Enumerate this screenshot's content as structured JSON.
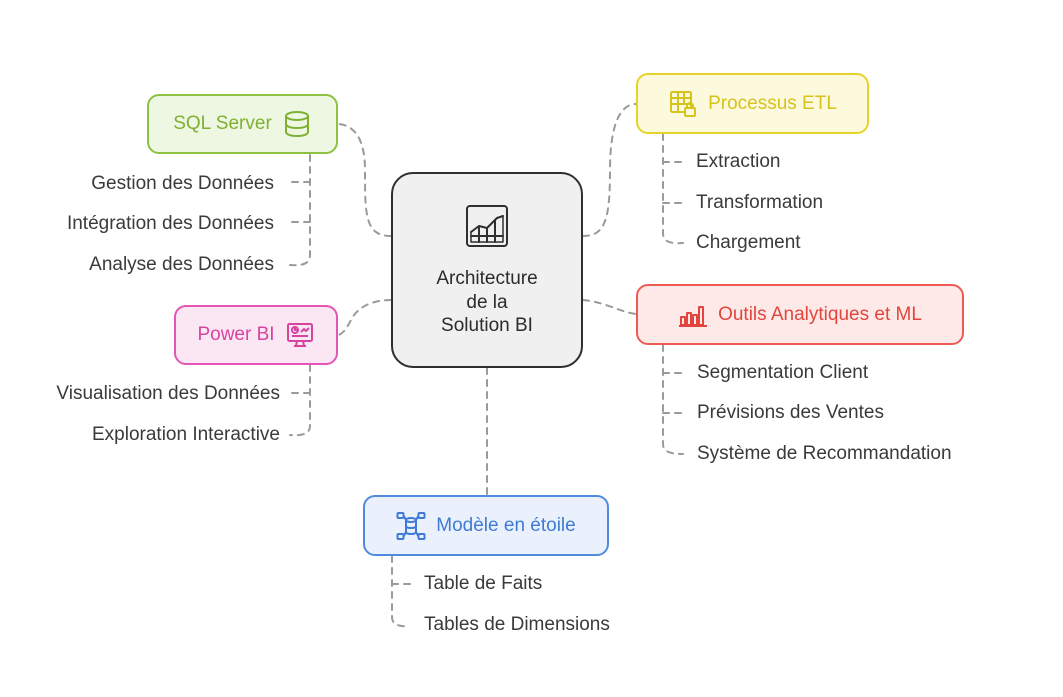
{
  "center": {
    "title_lines": [
      "Architecture",
      "de la",
      "Solution BI"
    ],
    "icon": "chart-grid-icon",
    "colors": {
      "border": "#2f2f2f",
      "fill": "#f0f0f0"
    }
  },
  "nodes": {
    "sql_server": {
      "label": "SQL Server",
      "icon": "database-icon",
      "colors": {
        "border": "#8dc13f",
        "fill": "#eef7e2",
        "text": "#7fb032"
      },
      "children": [
        "Gestion des Données",
        "Intégration des Données",
        "Analyse des Données"
      ]
    },
    "power_bi": {
      "label": "Power BI",
      "icon": "dashboard-monitor-icon",
      "colors": {
        "border": "#e356b5",
        "fill": "#fbe6f4",
        "text": "#d7449f"
      },
      "children": [
        "Visualisation des Données",
        "Exploration Interactive"
      ]
    },
    "etl": {
      "label": "Processus ETL",
      "icon": "locked-table-icon",
      "colors": {
        "border": "#e7d429",
        "fill": "#fdf9dc",
        "text": "#d6c31c"
      },
      "children": [
        "Extraction",
        "Transformation",
        "Chargement"
      ]
    },
    "analytics": {
      "label": "Outils Analytiques et ML",
      "icon": "bar-chart-icon",
      "colors": {
        "border": "#ee5a52",
        "fill": "#fdeae8",
        "text": "#e2453d"
      },
      "children": [
        "Segmentation Client",
        "Prévisions des Ventes",
        "Système de Recommandation"
      ]
    },
    "star": {
      "label": "Modèle en étoile",
      "icon": "schema-network-icon",
      "colors": {
        "border": "#4f8be0",
        "fill": "#eaf1fc",
        "text": "#3f7bd6"
      },
      "children": [
        "Table de Faits",
        "Tables de Dimensions"
      ]
    }
  }
}
